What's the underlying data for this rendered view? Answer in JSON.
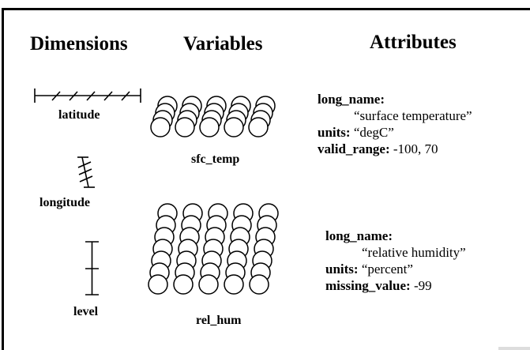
{
  "headers": {
    "dimensions": "Dimensions",
    "variables": "Variables",
    "attributes": "Attributes"
  },
  "dimensions": [
    {
      "name": "latitude"
    },
    {
      "name": "longitude"
    },
    {
      "name": "level"
    }
  ],
  "variables": [
    {
      "name": "sfc_temp"
    },
    {
      "name": "rel_hum"
    }
  ],
  "attributes": {
    "sfc_temp": {
      "long_name_key": "long_name:",
      "long_name_value": "“surface temperature”",
      "units_key": "units:",
      "units_value": " “degC”",
      "extra_key": "valid_range:",
      "extra_value": " -100, 70"
    },
    "rel_hum": {
      "long_name_key": "long_name:",
      "long_name_value": "“relative humidity”",
      "units_key": "units:",
      "units_value": " “percent”",
      "extra_key": "missing_value:",
      "extra_value": " -99"
    }
  }
}
